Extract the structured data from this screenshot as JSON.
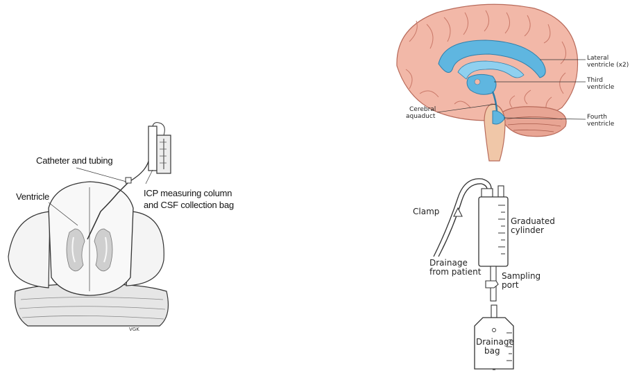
{
  "left_figure": {
    "labels": {
      "catheter": "Catheter and tubing",
      "ventricle": "Ventricle",
      "icp_line1": "ICP measuring column",
      "icp_line2": "and CSF collection bag"
    },
    "signature": "VGK"
  },
  "brain_figure": {
    "labels": {
      "lateral_line1": "Lateral",
      "lateral_line2": "ventricle (x2)",
      "third_line1": "Third",
      "third_line2": "ventricle",
      "aqueduct_line1": "Cerebral",
      "aqueduct_line2": "aquaduct",
      "fourth_line1": "Fourth",
      "fourth_line2": "ventricle"
    },
    "colors": {
      "tissue": "#f2b8a8",
      "ventricle": "#5fb6e0",
      "gyri_line": "#c97868"
    }
  },
  "drainage_figure": {
    "labels": {
      "clamp": "Clamp",
      "graduated_line1": "Graduated",
      "graduated_line2": "cylinder",
      "drainage_from_line1": "Drainage",
      "drainage_from_line2": "from patient",
      "sampling_line1": "Sampling",
      "sampling_line2": "port",
      "bag_line1": "Drainage",
      "bag_line2": "bag"
    }
  }
}
